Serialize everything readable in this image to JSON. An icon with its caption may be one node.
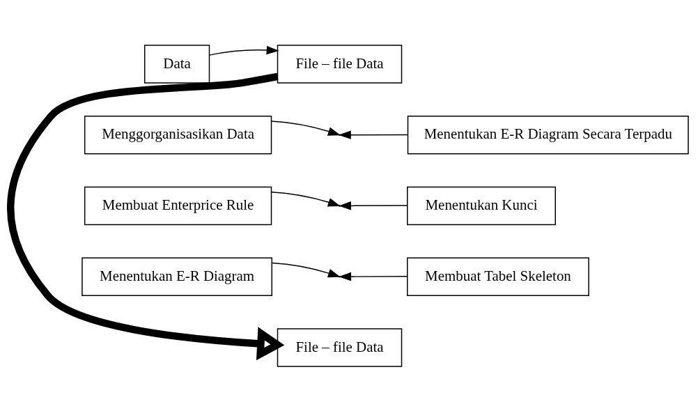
{
  "diagram": {
    "nodes": [
      {
        "text": [
          "Data"
        ]
      },
      {
        "text": [
          "File – file Data"
        ]
      },
      {
        "text": [
          "Menggorganisasikan Data"
        ]
      },
      {
        "text": [
          "Menentukan E-R Diagram Secara Terpadu"
        ]
      },
      {
        "text": [
          "Membuat Enterprice Rule"
        ]
      },
      {
        "text": [
          "Menentukan Kunci"
        ]
      },
      {
        "text": [
          "Menentukan E-R Diagram"
        ]
      },
      {
        "text": [
          "Membuat Tabel Skeleton"
        ]
      },
      {
        "text": [
          "File – file Data"
        ]
      }
    ],
    "edges": [
      {
        "from": 0,
        "to": 1,
        "arrow": "to"
      },
      {
        "from": 1,
        "to": 8,
        "arrow": "to",
        "style": "thick"
      },
      {
        "from": 2,
        "to": null,
        "arrow": "to"
      },
      {
        "from": 3,
        "to": null,
        "arrow": "to"
      },
      {
        "from": 4,
        "to": null,
        "arrow": "to"
      },
      {
        "from": 5,
        "to": null,
        "arrow": "to"
      },
      {
        "from": 6,
        "to": null,
        "arrow": "to"
      },
      {
        "from": 7,
        "to": null,
        "arrow": "to"
      }
    ]
  }
}
